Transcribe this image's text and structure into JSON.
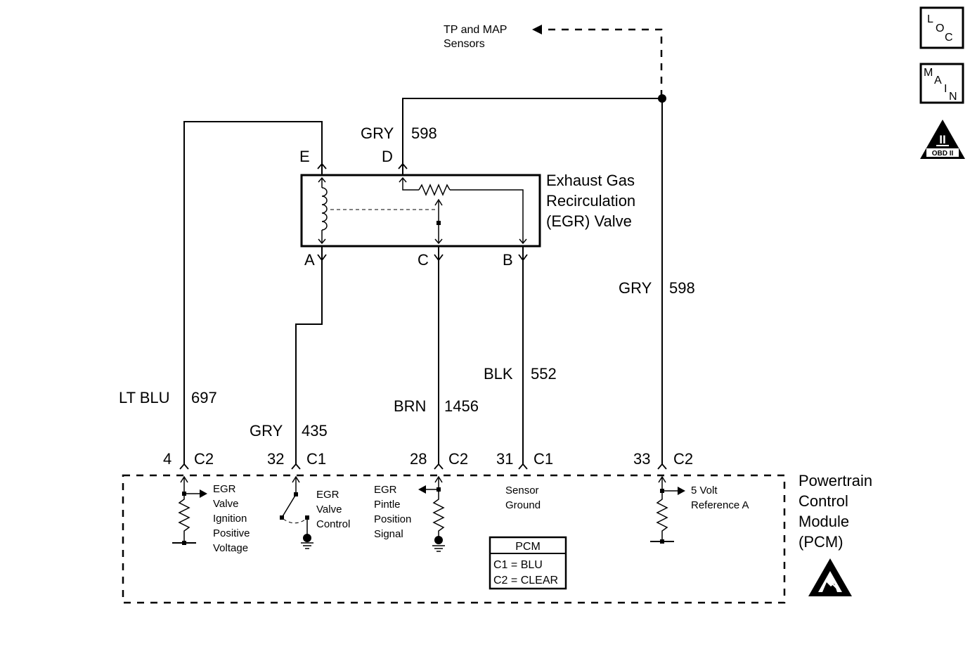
{
  "tp_map": {
    "line1": "TP and MAP",
    "line2": "Sensors"
  },
  "egr_valve": {
    "line1": "Exhaust Gas",
    "line2": "Recirculation",
    "line3": "(EGR) Valve"
  },
  "pins": {
    "e": "E",
    "d": "D",
    "a": "A",
    "c": "C",
    "b": "B"
  },
  "wires": {
    "gry598_top": {
      "color": "GRY",
      "circuit": "598"
    },
    "gry598_right": {
      "color": "GRY",
      "circuit": "598"
    },
    "ltblu697": {
      "color": "LT BLU",
      "circuit": "697"
    },
    "gry435": {
      "color": "GRY",
      "circuit": "435"
    },
    "brn1456": {
      "color": "BRN",
      "circuit": "1456"
    },
    "blk552": {
      "color": "BLK",
      "circuit": "552"
    }
  },
  "pcm_pins": [
    {
      "num": "4",
      "conn": "C2"
    },
    {
      "num": "32",
      "conn": "C1"
    },
    {
      "num": "28",
      "conn": "C2"
    },
    {
      "num": "31",
      "conn": "C1"
    },
    {
      "num": "33",
      "conn": "C2"
    }
  ],
  "pcm_circuits": {
    "ignition": [
      "EGR",
      "Valve",
      "Ignition",
      "Positive",
      "Voltage"
    ],
    "control": [
      "EGR",
      "Valve",
      "Control"
    ],
    "pintle": [
      "EGR",
      "Pintle",
      "Position",
      "Signal"
    ],
    "ground": [
      "Sensor",
      "Ground"
    ],
    "ref": [
      "5 Volt",
      "Reference A"
    ]
  },
  "pcm_title": {
    "line1": "Powertrain",
    "line2": "Control",
    "line3": "Module",
    "line4": "(PCM)"
  },
  "legend": {
    "title": "PCM",
    "c1": "C1 = BLU",
    "c2": "C2 = CLEAR"
  },
  "badges": {
    "loc": [
      "L",
      "O",
      "C"
    ],
    "main": [
      "M",
      "A",
      "I",
      "N"
    ],
    "obd": {
      "numeral": "II",
      "label": "OBD II"
    }
  },
  "icons": {
    "ground": "ground-symbol-icon",
    "esd": "esd-warning-icon",
    "loc": "loc-badge-icon",
    "main": "main-badge-icon",
    "obd": "obd-ii-icon"
  }
}
